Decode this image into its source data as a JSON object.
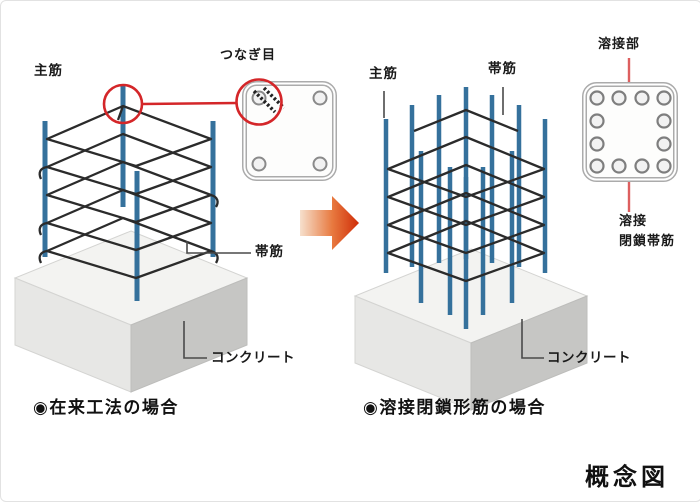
{
  "colors": {
    "rebar_blue": "#35719c",
    "hoop_black": "#2b2b2b",
    "highlight_red": "#d42629",
    "leader_red": "#dd5f5f",
    "concrete_top": "#f3f3f1",
    "concrete_left": "#e7e7e5",
    "concrete_right": "#c6c6c4",
    "arrow_start": "#f6e0cd",
    "arrow_end": "#cf2d08"
  },
  "left_panel": {
    "main_rebar_label": "主筋",
    "joint_label": "つなぎ目",
    "hoop_label": "帯筋",
    "concrete_label": "コンクリート",
    "caption": "◉在来工法の場合"
  },
  "right_panel": {
    "main_rebar_label": "主筋",
    "hoop_label": "帯筋",
    "weld_point_label": "溶接部",
    "welded_hoop_label_line1": "溶接",
    "welded_hoop_label_line2": "閉鎖帯筋",
    "concrete_label": "コンクリート",
    "caption": "◉溶接閉鎖形筋の場合"
  },
  "footer": {
    "title": "概念図"
  }
}
